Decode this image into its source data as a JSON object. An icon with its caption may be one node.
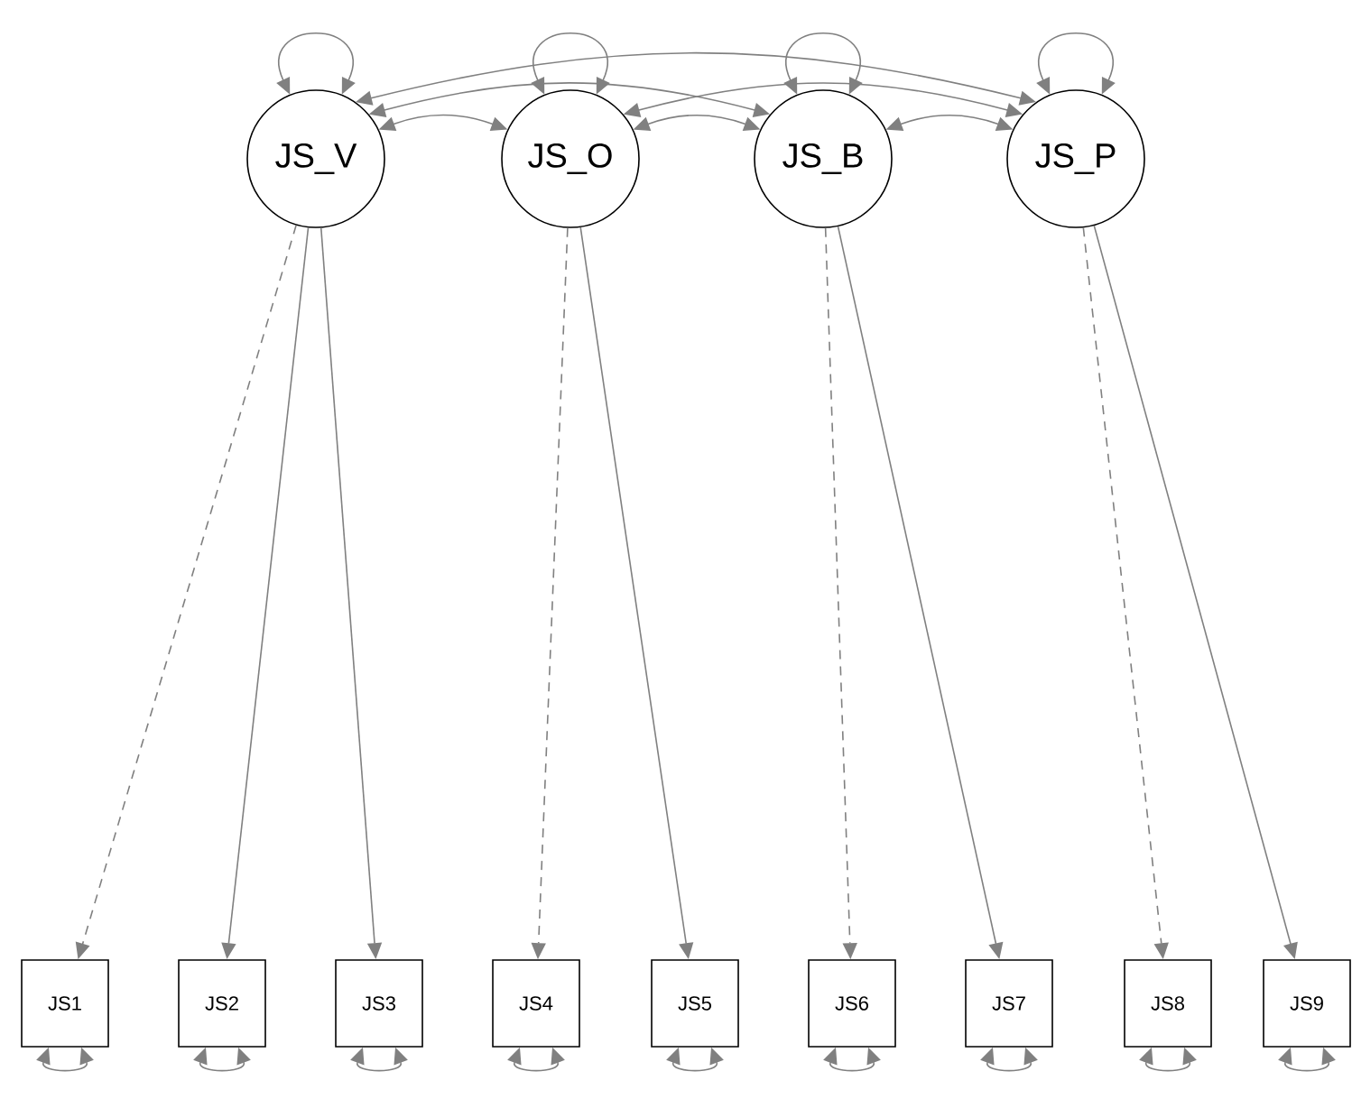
{
  "diagram": {
    "nodes": [
      {
        "text": [
          "JS_V"
        ]
      },
      {
        "text": [
          "JS_O"
        ]
      },
      {
        "text": [
          "JS_B"
        ]
      },
      {
        "text": [
          "JS_P"
        ]
      },
      {
        "text": [
          "JS1"
        ]
      },
      {
        "text": [
          "JS2"
        ]
      },
      {
        "text": [
          "JS3"
        ]
      },
      {
        "text": [
          "JS4"
        ]
      },
      {
        "text": [
          "JS5"
        ]
      },
      {
        "text": [
          "JS6"
        ]
      },
      {
        "text": [
          "JS7"
        ]
      },
      {
        "text": [
          "JS8"
        ]
      },
      {
        "text": [
          "JS9"
        ]
      }
    ],
    "edges": [
      {
        "from": 0,
        "to": 0,
        "arrow": "both"
      },
      {
        "from": 1,
        "to": 1,
        "arrow": "both"
      },
      {
        "from": 2,
        "to": 2,
        "arrow": "both"
      },
      {
        "from": 3,
        "to": 3,
        "arrow": "both"
      },
      {
        "from": 0,
        "to": 1,
        "arrow": "both"
      },
      {
        "from": 0,
        "to": 2,
        "arrow": "both"
      },
      {
        "from": 0,
        "to": 3,
        "arrow": "both"
      },
      {
        "from": 1,
        "to": 2,
        "arrow": "both"
      },
      {
        "from": 1,
        "to": 3,
        "arrow": "both"
      },
      {
        "from": 2,
        "to": 3,
        "arrow": "both"
      },
      {
        "from": 0,
        "to": 4,
        "arrow": "to",
        "style": "dashed"
      },
      {
        "from": 0,
        "to": 5,
        "arrow": "to"
      },
      {
        "from": 0,
        "to": 6,
        "arrow": "to"
      },
      {
        "from": 1,
        "to": 7,
        "arrow": "to",
        "style": "dashed"
      },
      {
        "from": 1,
        "to": 8,
        "arrow": "to"
      },
      {
        "from": 2,
        "to": 9,
        "arrow": "to",
        "style": "dashed"
      },
      {
        "from": 2,
        "to": 10,
        "arrow": "to"
      },
      {
        "from": 3,
        "to": 11,
        "arrow": "to",
        "style": "dashed"
      },
      {
        "from": 3,
        "to": 12,
        "arrow": "to"
      },
      {
        "from": 4,
        "to": 4,
        "arrow": "both"
      },
      {
        "from": 5,
        "to": 5,
        "arrow": "both"
      },
      {
        "from": 6,
        "to": 6,
        "arrow": "both"
      },
      {
        "from": 7,
        "to": 7,
        "arrow": "both"
      },
      {
        "from": 8,
        "to": 8,
        "arrow": "both"
      },
      {
        "from": 9,
        "to": 9,
        "arrow": "both"
      },
      {
        "from": 10,
        "to": 10,
        "arrow": "both"
      },
      {
        "from": 11,
        "to": 11,
        "arrow": "both"
      },
      {
        "from": 12,
        "to": 12,
        "arrow": "both"
      }
    ]
  }
}
